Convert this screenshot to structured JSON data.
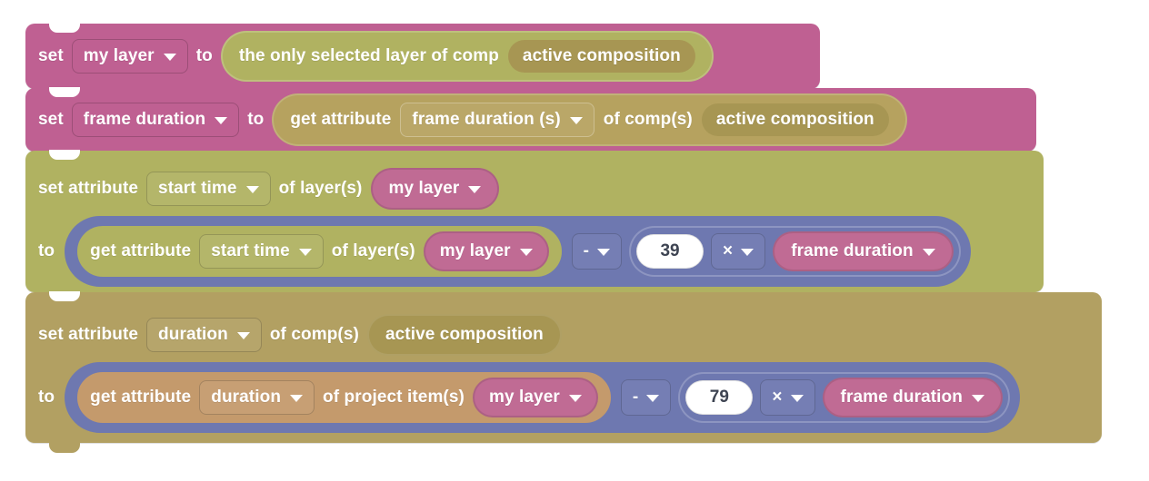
{
  "app": {
    "name": "block-based-visual-script-editor",
    "canvas_background": "#ffffff"
  },
  "colors": {
    "variable_pink": "#bf6092",
    "layer_olive": "#b0b261",
    "comp_gold": "#b6a25f",
    "comp_gold_deep": "#a79653",
    "project_tan": "#c49a6c",
    "operator_blue": "#6e78b0",
    "comp_block_khaki": "#b2a062",
    "number_field": "#ffffff",
    "number_text": "#3e4452",
    "label_text": "#ffffff"
  },
  "icons": {
    "dropdown_caret": "chevron-down-icon"
  },
  "blocks": [
    {
      "id": "set-my-layer",
      "type": "statement",
      "color": "#bf6092",
      "row1": {
        "keyword": "set",
        "variable_dropdown": "my layer",
        "connector": "to",
        "value_reporter": {
          "label": "the only selected layer of comp",
          "color": "#b0b261",
          "argument": {
            "label": "active composition",
            "color": "#a79653"
          }
        }
      }
    },
    {
      "id": "set-frame-duration",
      "type": "statement",
      "color": "#bf6092",
      "row1": {
        "keyword": "set",
        "variable_dropdown": "frame duration",
        "connector": "to",
        "value_reporter": {
          "label": "get attribute",
          "color": "#b6a25f",
          "attribute_dropdown": "frame duration (s)",
          "of_label": "of comp(s)",
          "argument": {
            "label": "active composition",
            "color": "#a79653"
          }
        }
      }
    },
    {
      "id": "set-attribute-start-time",
      "type": "statement",
      "color": "#b0b261",
      "row1": {
        "keyword": "set attribute",
        "attribute_dropdown": "start time",
        "of_label": "of layer(s)",
        "target_dropdown": "my layer",
        "target_color": "#bf6092"
      },
      "row2": {
        "connector": "to",
        "expression": {
          "color": "#6e78b0",
          "operand_a": {
            "label": "get attribute",
            "color": "#b0b261",
            "attribute_dropdown": "start time",
            "of_label": "of layer(s)",
            "target_dropdown": "my layer",
            "target_color": "#bf6092"
          },
          "operator_1": "-",
          "operand_b_number": "39",
          "operator_2": "×",
          "operand_c": {
            "label": "frame duration",
            "color": "#bf6092"
          }
        }
      }
    },
    {
      "id": "set-attribute-duration",
      "type": "statement",
      "color": "#b2a062",
      "row1": {
        "keyword": "set attribute",
        "attribute_dropdown": "duration",
        "of_label": "of comp(s)",
        "target_pill": "active composition",
        "target_color": "#a79653"
      },
      "row2": {
        "connector": "to",
        "expression": {
          "color": "#6e78b0",
          "operand_a": {
            "label": "get attribute",
            "color": "#c49a6c",
            "attribute_dropdown": "duration",
            "of_label": "of project item(s)",
            "target_dropdown": "my layer",
            "target_color": "#bf6092"
          },
          "operator_1": "-",
          "operand_b_number": "79",
          "operator_2": "×",
          "operand_c": {
            "label": "frame duration",
            "color": "#bf6092"
          }
        }
      }
    }
  ]
}
